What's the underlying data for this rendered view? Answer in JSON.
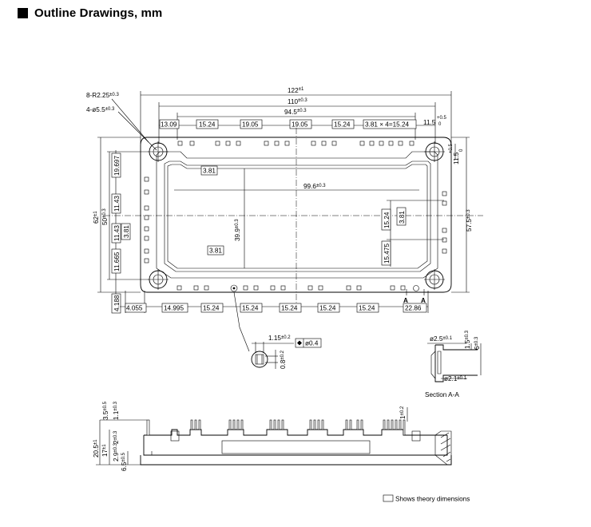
{
  "header": {
    "title": "Outline Drawings,  mm"
  },
  "top_view": {
    "dims": {
      "overall_length": "122",
      "overall_length_tol": "±1",
      "mount_pitch": "110",
      "mount_pitch_tol": "±0.3",
      "pin_span": "94.5",
      "pin_span_tol": "±0.3",
      "offset_left": "13.09",
      "pitch_1": "15.24",
      "pitch_2": "19.05",
      "pitch_3": "19.05",
      "pitch_4": "15.24",
      "pitch_multi": "3.81 × 4=15.24",
      "right_offset": "11.5",
      "right_offset_tol_top": "+0.5",
      "right_offset_tol_bot": "0",
      "right_vert": "11.5",
      "right_vert_tol_top": "+0.5",
      "right_vert_tol_bot": "0",
      "corner_radius": "8-R2.25",
      "corner_radius_tol": "±0.3",
      "hole": "4-ø5.5",
      "hole_tol": "±0.3",
      "inner_width": "99.6",
      "inner_width_tol": "±0.3",
      "inner_height": "39.9",
      "inner_height_tol": "±0.3",
      "pin_inner_a": "3.81",
      "pin_inner_b": "3.81",
      "pin_inner_c": "3.81",
      "pin_inner_d": "3.81",
      "right_15_24": "15.24",
      "right_15_475": "15.475",
      "height_overall": "62",
      "height_overall_tol": "±1",
      "height_mount": "50",
      "height_mount_tol": "±0.3",
      "height_right": "57.5",
      "height_right_tol": "±0.3",
      "left_19_697": "19.697",
      "left_11_43_a": "11.43",
      "left_11_43_b": "11.43",
      "left_11_665": "11.665",
      "left_4_188": "4.188",
      "bottom_4_055": "4.055",
      "bottom_14_995": "14.995",
      "bottom_p1": "15.24",
      "bottom_p2": "15.24",
      "bottom_p3": "15.24",
      "bottom_p4": "15.24",
      "bottom_p5": "15.24",
      "bottom_22_86": "22.86",
      "section_mark_1": "A",
      "section_mark_2": "A"
    },
    "pin_detail": {
      "width": "1.15",
      "width_tol": "±0.2",
      "tolerance_frame": "ø0.4",
      "thickness": "0.8",
      "thickness_tol": "±0.2"
    }
  },
  "section": {
    "title": "Section A-A",
    "d_outer": "ø2.5",
    "d_outer_tol": "±0.1",
    "d_inner": "ø2.1",
    "d_inner_tol": "±0.1",
    "h1": "1.5",
    "h1_tol": "±0.3",
    "h2": "6",
    "h2_tol": "±0.3"
  },
  "side_view": {
    "total_height": "20.5",
    "total_height_tol": "±1",
    "h17": "17",
    "h17_tol": "±1",
    "h3_5": "3.5",
    "h3_5_tol": "±0.5",
    "h1_1": "1.1",
    "h1_1_tol": "±0.3",
    "h2": "2",
    "h2_tol": "±0.3",
    "h2_9": "2.9",
    "h2_9_tol": "±0.3",
    "h6_5": "6.5",
    "h6_5_tol": "±0.5",
    "h1": "1",
    "h1_tol": "±0.2"
  },
  "legend": {
    "label": "Shows theory dimensions"
  }
}
